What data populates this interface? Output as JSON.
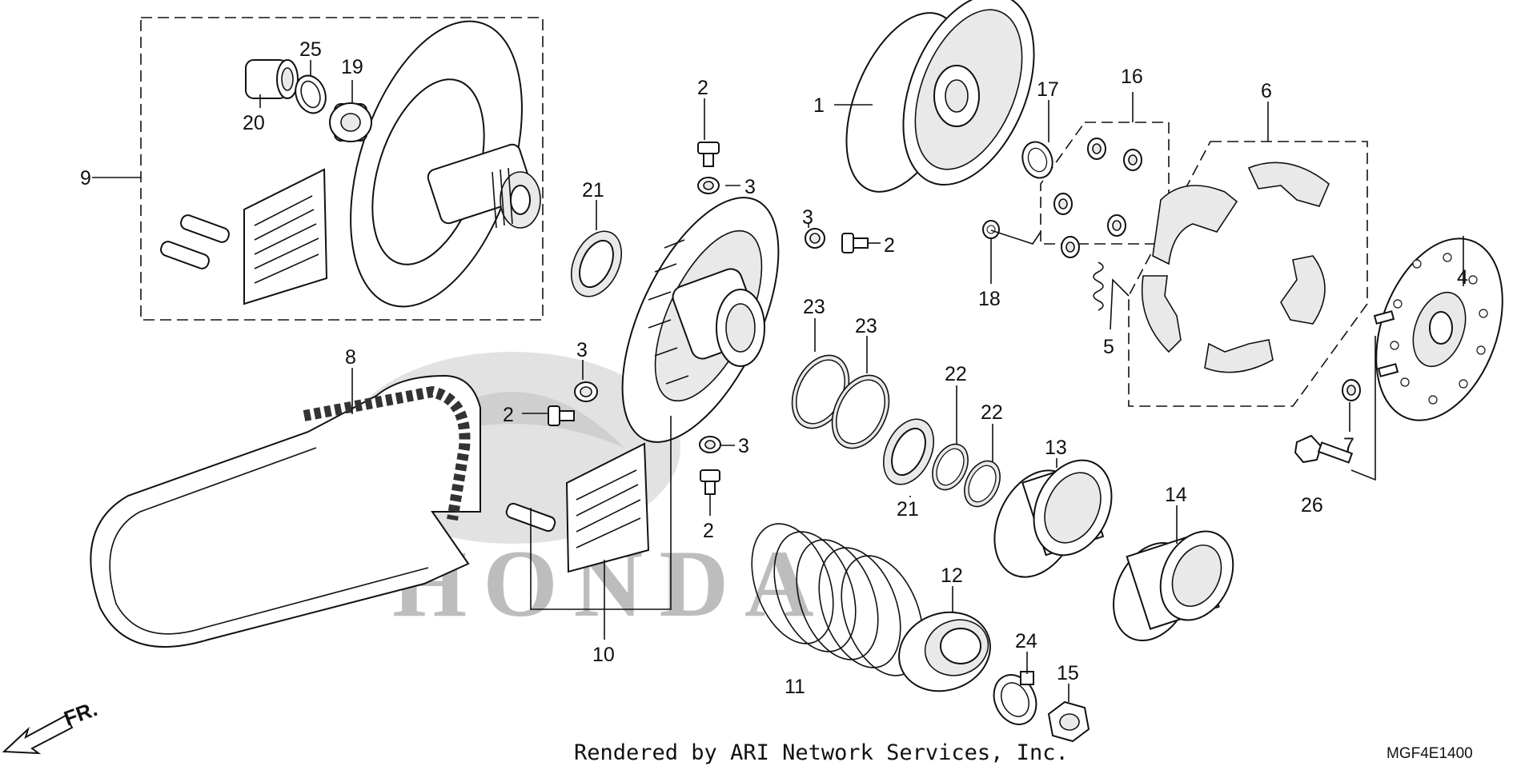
{
  "callouts": [
    {
      "id": "c1",
      "text": "1"
    },
    {
      "id": "c2a",
      "text": "2"
    },
    {
      "id": "c2b",
      "text": "2"
    },
    {
      "id": "c2c",
      "text": "2"
    },
    {
      "id": "c2d",
      "text": "2"
    },
    {
      "id": "c3a",
      "text": "3"
    },
    {
      "id": "c3b",
      "text": "3"
    },
    {
      "id": "c3c",
      "text": "3"
    },
    {
      "id": "c3d",
      "text": "3"
    },
    {
      "id": "c4",
      "text": "4"
    },
    {
      "id": "c5",
      "text": "5"
    },
    {
      "id": "c6",
      "text": "6"
    },
    {
      "id": "c7",
      "text": "7"
    },
    {
      "id": "c8",
      "text": "8"
    },
    {
      "id": "c9",
      "text": "9"
    },
    {
      "id": "c10",
      "text": "10"
    },
    {
      "id": "c11",
      "text": "11"
    },
    {
      "id": "c12",
      "text": "12"
    },
    {
      "id": "c13",
      "text": "13"
    },
    {
      "id": "c14",
      "text": "14"
    },
    {
      "id": "c15",
      "text": "15"
    },
    {
      "id": "c16",
      "text": "16"
    },
    {
      "id": "c17",
      "text": "17"
    },
    {
      "id": "c18",
      "text": "18"
    },
    {
      "id": "c19",
      "text": "19"
    },
    {
      "id": "c20",
      "text": "20"
    },
    {
      "id": "c21a",
      "text": "21"
    },
    {
      "id": "c21b",
      "text": "21"
    },
    {
      "id": "c22a",
      "text": "22"
    },
    {
      "id": "c22b",
      "text": "22"
    },
    {
      "id": "c23a",
      "text": "23"
    },
    {
      "id": "c23b",
      "text": "23"
    },
    {
      "id": "c24",
      "text": "24"
    },
    {
      "id": "c25",
      "text": "25"
    },
    {
      "id": "c26",
      "text": "26"
    }
  ],
  "footer": {
    "credit": "Rendered by ARI Network Services, Inc.",
    "diagram_code": "MGF4E1400"
  },
  "front_marker": "FR.",
  "watermark": "HONDA"
}
